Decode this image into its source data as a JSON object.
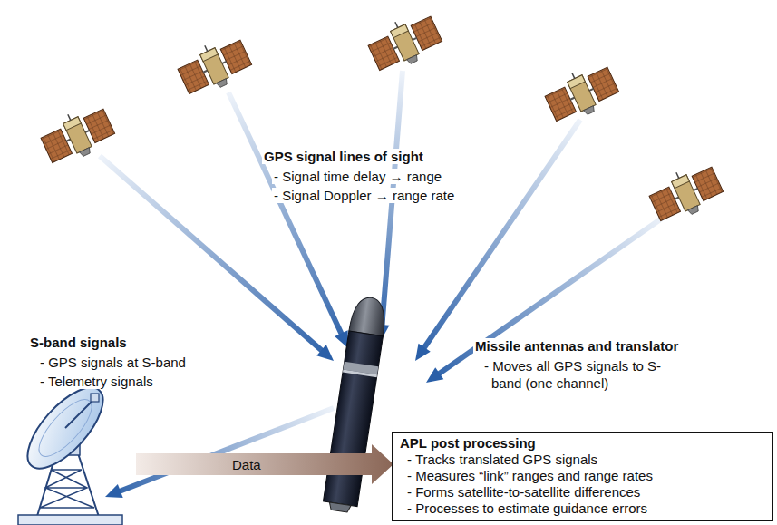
{
  "diagram": {
    "nodes": [
      {
        "text": [
          "APL post processing",
          "- Tracks translated GPS signals",
          "- Measures “link” ranges and range rates",
          "- Forms satellite-to-satellite differences",
          "- Processes to estimate guidance errors"
        ]
      }
    ],
    "edges": [],
    "labels": [
      "GPS signal lines of sight",
      "- Signal time delay → range",
      "- Signal Doppler → range rate",
      "S-band signals",
      "- GPS signals at S-band",
      "- Telemetry signals",
      "Missile antennas and translator",
      "- Moves all GPS signals to S-band (one channel)",
      "Data"
    ]
  }
}
